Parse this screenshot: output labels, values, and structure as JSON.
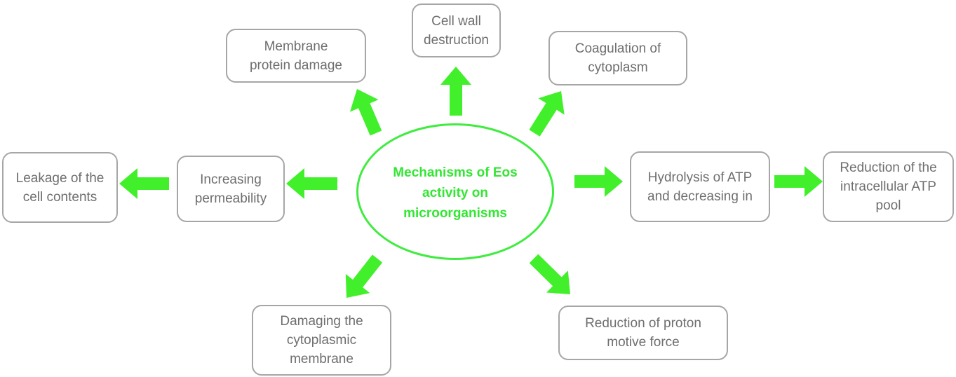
{
  "colors": {
    "arrow": "#41f02b",
    "ellipse_border": "#3fec3f",
    "center_text": "#33e633",
    "box_border": "#a6a6a6",
    "box_text": "#6e6e6e"
  },
  "center": {
    "label": "Mechanisms of Eos\nactivity on\nmicroorganisms"
  },
  "nodes": {
    "membrane_protein_damage": "Membrane\nprotein damage",
    "cell_wall_destruction": "Cell wall\ndestruction",
    "coagulation_of_cytoplasm": "Coagulation of\ncytoplasm",
    "increasing_permeability": "Increasing\npermeability",
    "leakage_of_cell_contents": "Leakage of the\ncell contents",
    "hydrolysis_of_atp": "Hydrolysis of ATP\nand decreasing in",
    "reduction_intracellular_atp_pool": "Reduction of the\nintracellular ATP\npool",
    "damaging_cytoplasmic_membrane": "Damaging the\ncytoplasmic\nmembrane",
    "reduction_proton_motive_force": "Reduction of proton\nmotive force"
  }
}
